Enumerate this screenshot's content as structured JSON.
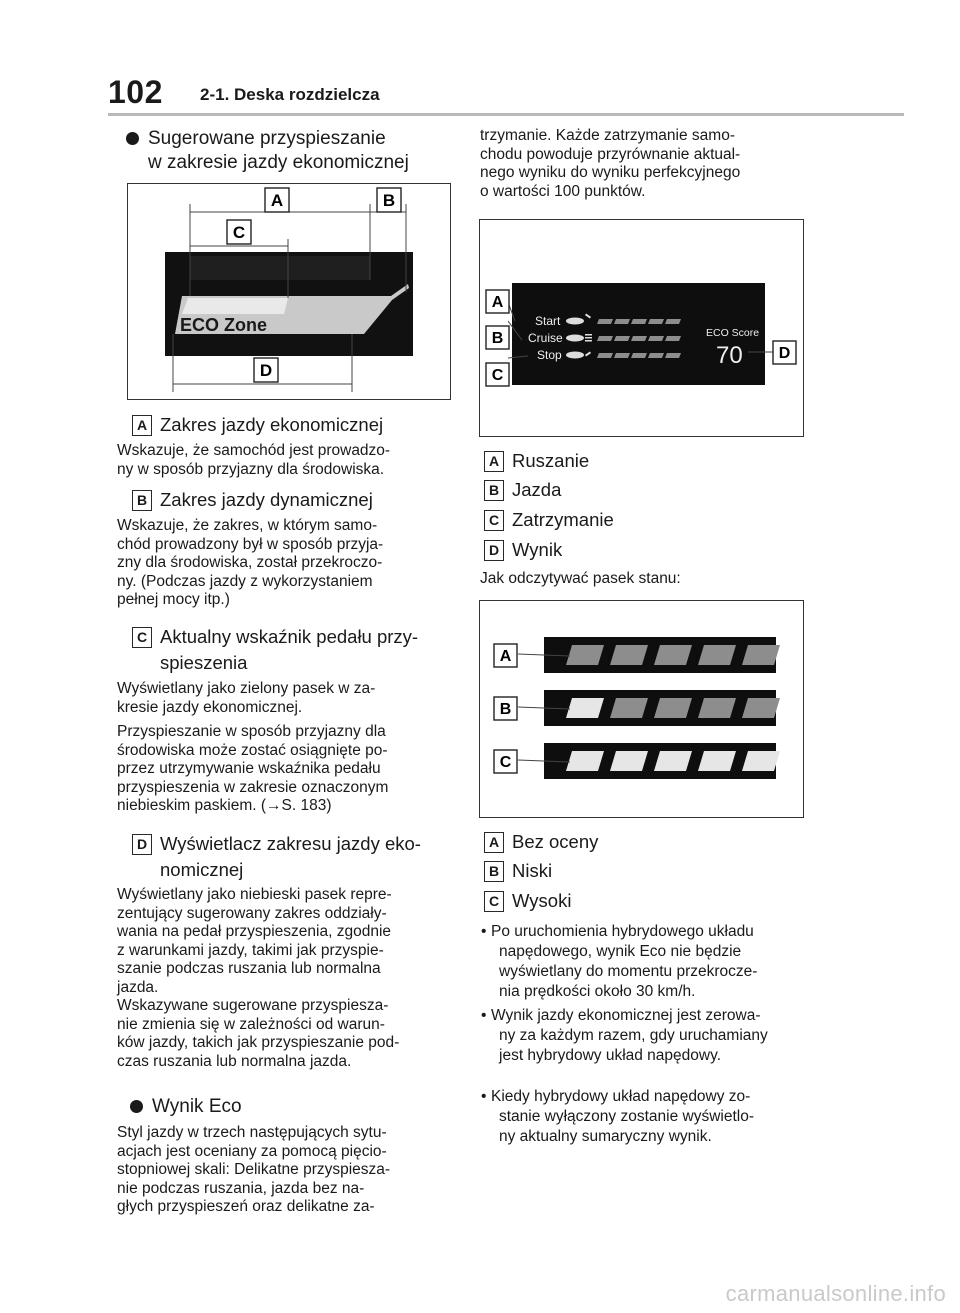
{
  "header": {
    "page_number": "102",
    "section": "2-1. Deska rozdzielcza"
  },
  "left": {
    "heading1": [
      "Sugerowane przyspieszanie",
      "w zakresie jazdy ekonomicznej"
    ],
    "figure1": {
      "eco_zone_label": "ECO Zone",
      "callouts": [
        "A",
        "B",
        "C",
        "D"
      ]
    },
    "items": [
      {
        "tag": "A",
        "title": [
          "Zakres jazdy ekonomicznej"
        ],
        "text": [
          "Wskazuje, że samochód jest prowadzo-",
          "ny w sposób przyjazny dla środowiska."
        ]
      },
      {
        "tag": "B",
        "title": [
          "Zakres jazdy dynamicznej"
        ],
        "text": [
          "Wskazuje, że zakres, w którym samo-",
          "chód prowadzony był w sposób przyja-",
          "zny dla środowiska, został przekroczo-",
          "ny. (Podczas jazdy z wykorzystaniem",
          "pełnej mocy itp.)"
        ]
      },
      {
        "tag": "C",
        "title": [
          "Aktualny wskaźnik pedału przy-",
          "spieszenia"
        ],
        "text": [
          "Wyświetlany jako zielony pasek w za-",
          "kresie jazdy ekonomicznej."
        ],
        "text2": [
          "Przyspieszanie w sposób przyjazny dla",
          "środowiska może zostać osiągnięte po-",
          "przez utrzymywanie wskaźnika pedału",
          "przyspieszenia w zakresie oznaczonym",
          "niebieskim paskiem. (→S. 183)"
        ]
      },
      {
        "tag": "D",
        "title": [
          "Wyświetlacz zakresu jazdy eko-",
          "nomicznej"
        ],
        "text": [
          "Wyświetlany jako niebieski pasek repre-",
          "zentujący sugerowany zakres oddziały-",
          "wania na pedał przyspieszenia, zgodnie",
          "z warunkami jazdy, takimi jak przyspie-",
          "szanie podczas ruszania lub normalna",
          "jazda.",
          "Wskazywane sugerowane przyspiesza-",
          "nie zmienia się w zależności od warun-",
          "ków jazdy, takich jak przyspieszanie pod-",
          "czas ruszania lub normalna jazda."
        ]
      }
    ],
    "heading2": "Wynik Eco",
    "heading2_text": [
      "Styl jazdy w trzech następujących sytu-",
      "acjach jest oceniany za pomocą pięcio-",
      "stopniowej skali: Delikatne przyspiesza-",
      "nie podczas ruszania, jazda bez na-",
      "głych przyspieszeń oraz delikatne za-"
    ]
  },
  "right": {
    "intro": [
      "trzymanie. Każde zatrzymanie samo-",
      "chodu powoduje przyrównanie aktual-",
      "nego wyniku do wyniku perfekcyjnego",
      "o wartości 100 punktów."
    ],
    "figure2": {
      "rows": [
        "Start",
        "Cruise",
        "Stop"
      ],
      "score_label": "ECO Score",
      "score_value": "70",
      "callouts": [
        "A",
        "B",
        "C",
        "D"
      ]
    },
    "items": [
      {
        "tag": "A",
        "label": "Ruszanie"
      },
      {
        "tag": "B",
        "label": "Jazda"
      },
      {
        "tag": "C",
        "label": "Zatrzymanie"
      },
      {
        "tag": "D",
        "label": "Wynik"
      }
    ],
    "status_intro": "Jak odczytywać pasek stanu:",
    "figure3": {
      "callouts": [
        "A",
        "B",
        "C"
      ],
      "filled_segments": [
        0,
        1,
        5
      ]
    },
    "ratings": [
      {
        "tag": "A",
        "label": "Bez oceny"
      },
      {
        "tag": "B",
        "label": "Niski"
      },
      {
        "tag": "C",
        "label": "Wysoki"
      }
    ],
    "bullets": [
      [
        "Po uruchomienia hybrydowego układu",
        "napędowego, wynik Eco nie będzie",
        "wyświetlany do momentu przekrocze-",
        "nia prędkości około 30 km/h."
      ],
      [
        "Wynik jazdy ekonomicznej jest zerowa-",
        "ny za każdym razem, gdy uruchamiany",
        "jest hybrydowy układ napędowy."
      ],
      [
        "Kiedy hybrydowy układ napędowy zo-",
        "stanie wyłączony zostanie wyświetlo-",
        "ny aktualny sumaryczny wynik."
      ]
    ]
  },
  "watermark": "carmanualsonline.info"
}
